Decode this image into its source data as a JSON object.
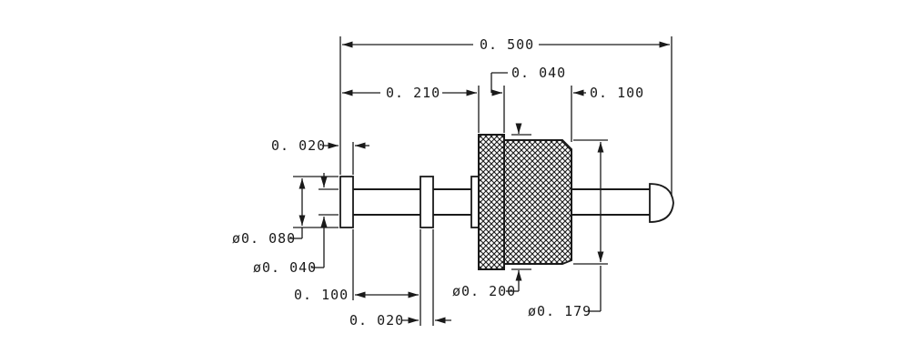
{
  "dimensions": {
    "overall_length": "0. 500",
    "head_to_flange": "0. 210",
    "flange_thickness": "0. 040",
    "tip_length": "0. 100",
    "collar_thickness": "0. 020",
    "collar_diameter": "ø0. 080",
    "shaft_diameter": "ø0. 040",
    "collar_spacing": "0. 100",
    "second_collar_thickness": "0. 020",
    "flange_diameter": "ø0. 200",
    "body_diameter": "ø0. 179"
  },
  "colors": {
    "line": "#1a1a1a",
    "background": "#ffffff",
    "knurl_fill": "#3a3a3a"
  }
}
